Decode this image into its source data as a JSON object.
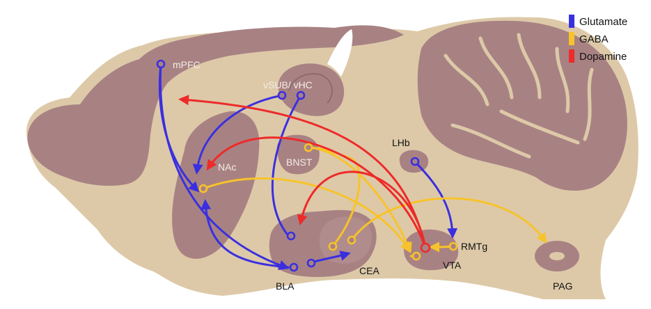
{
  "colors": {
    "glutamate": "#3a2fe0",
    "gaba": "#f7c32a",
    "dopamine": "#ee2a2a",
    "tissue": "#ddc9a8",
    "region": "#a88283",
    "region_dark": "#8f6a6c",
    "label_light": "#f4ece6",
    "label_dark": "#111111"
  },
  "legend": [
    {
      "label": "Glutamate",
      "color_key": "glutamate"
    },
    {
      "label": "GABA",
      "color_key": "gaba"
    },
    {
      "label": "Dopamine",
      "color_key": "dopamine"
    }
  ],
  "regions": {
    "mpfc": "mPFC",
    "vsub_vhc": "vSUB/ vHC",
    "nac": "NAc",
    "bnst": "BNST",
    "lhb": "LHb",
    "rmtg": "RMTg",
    "vta": "VTA",
    "cea": "CEA",
    "bla": "BLA",
    "pag": "PAG"
  }
}
